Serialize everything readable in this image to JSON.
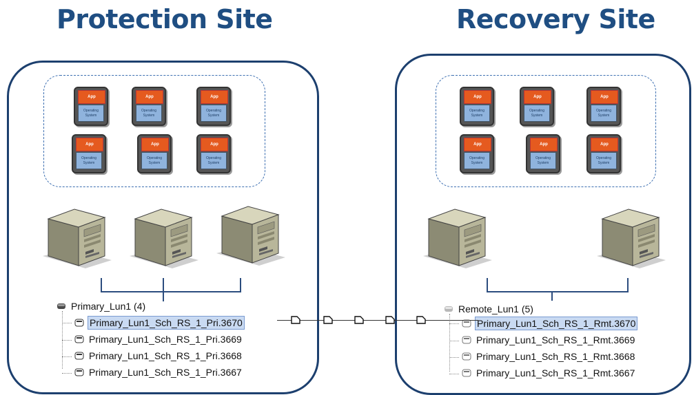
{
  "protection_site": {
    "title": "Protection Site",
    "vms": [
      {
        "app": "App",
        "os": "Operating System"
      },
      {
        "app": "App",
        "os": "Operating System"
      },
      {
        "app": "App",
        "os": "Operating System"
      },
      {
        "app": "App",
        "os": "Operating System"
      },
      {
        "app": "App",
        "os": "Operating System"
      },
      {
        "app": "App",
        "os": "Operating System"
      }
    ],
    "lun": {
      "root": "Primary_Lun1 (4)",
      "items": [
        "Primary_Lun1_Sch_RS_1_Pri.3670",
        "Primary_Lun1_Sch_RS_1_Pri.3669",
        "Primary_Lun1_Sch_RS_1_Pri.3668",
        "Primary_Lun1_Sch_RS_1_Pri.3667"
      ]
    }
  },
  "recovery_site": {
    "title": "Recovery Site",
    "vms": [
      {
        "app": "App",
        "os": "Operating System"
      },
      {
        "app": "App",
        "os": "Operating System"
      },
      {
        "app": "App",
        "os": "Operating System"
      },
      {
        "app": "App",
        "os": "Operating System"
      },
      {
        "app": "App",
        "os": "Operating System"
      },
      {
        "app": "App",
        "os": "Operating System"
      }
    ],
    "lun": {
      "root": "Remote_Lun1 (5)",
      "items": [
        "Primary_Lun1_Sch_RS_1_Rmt.3670",
        "Primary_Lun1_Sch_RS_1_Rmt.3669",
        "Primary_Lun1_Sch_RS_1_Rmt.3668",
        "Primary_Lun1_Sch_RS_1_Rmt.3667"
      ]
    }
  },
  "colors": {
    "title": "#1f4e82",
    "border": "#1c3f6e",
    "app": "#e55a1f",
    "os": "#8fb3dd",
    "selection": "#c9daf2"
  },
  "icons": {
    "server": "tower-server-icon",
    "disk": "disk-drive-icon",
    "document": "document-icon"
  }
}
